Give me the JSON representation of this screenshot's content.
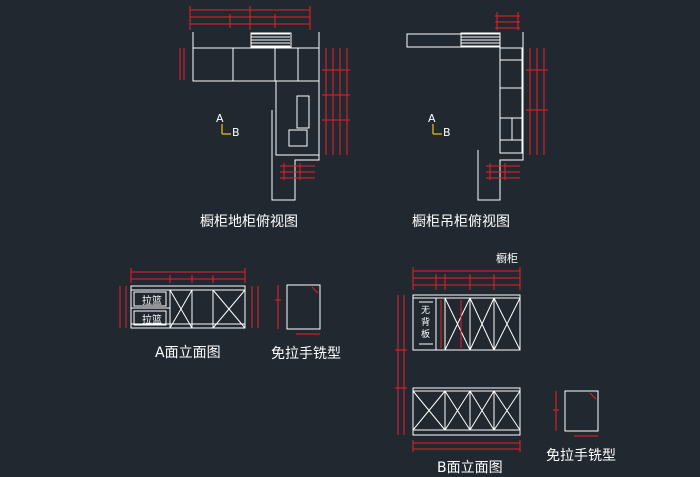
{
  "titles": {
    "base_plan": "橱柜地柜俯视图",
    "wall_plan": "橱柜吊柜俯视图",
    "elev_a": "A面立面图",
    "handle_a": "免拉手铣型",
    "elev_b": "B面立面图",
    "handle_b": "免拉手铣型",
    "cabinet": "橱柜"
  },
  "markers": {
    "a": "A",
    "b": "B"
  },
  "notes": {
    "basket_1": "拉篮",
    "basket_2": "拉篮",
    "no_back_1": "无",
    "no_back_2": "背",
    "no_back_3": "板"
  },
  "colors": {
    "background": "#212830",
    "line": "#ffffff",
    "dimension": "#e8202a",
    "arrow": "#f0c020"
  }
}
